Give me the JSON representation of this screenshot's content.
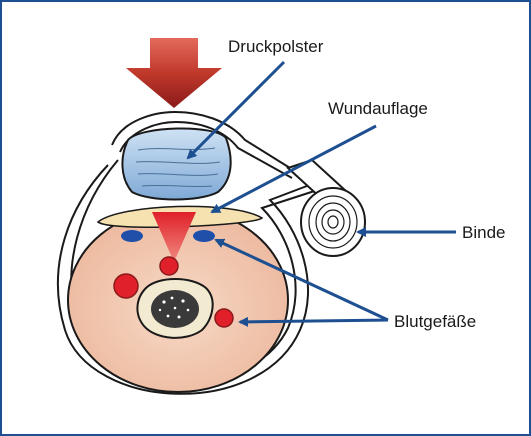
{
  "labels": {
    "druckpolster": "Druckpolster",
    "wundauflage": "Wundauflage",
    "binde": "Binde",
    "blutgefaesse": "Blutgefäße"
  },
  "colors": {
    "frame": "#1d4f91",
    "arrow_dark": "#8b1a1a",
    "arrow_mid": "#c0392b",
    "pointer": "#1d4f91",
    "tissue": "#f5cdb8",
    "artery": "#e0202a",
    "vein": "#1f4fa8",
    "pad": "#9ec3e6",
    "dressing": "#f5e2b0",
    "outline": "#1a1a1a"
  }
}
